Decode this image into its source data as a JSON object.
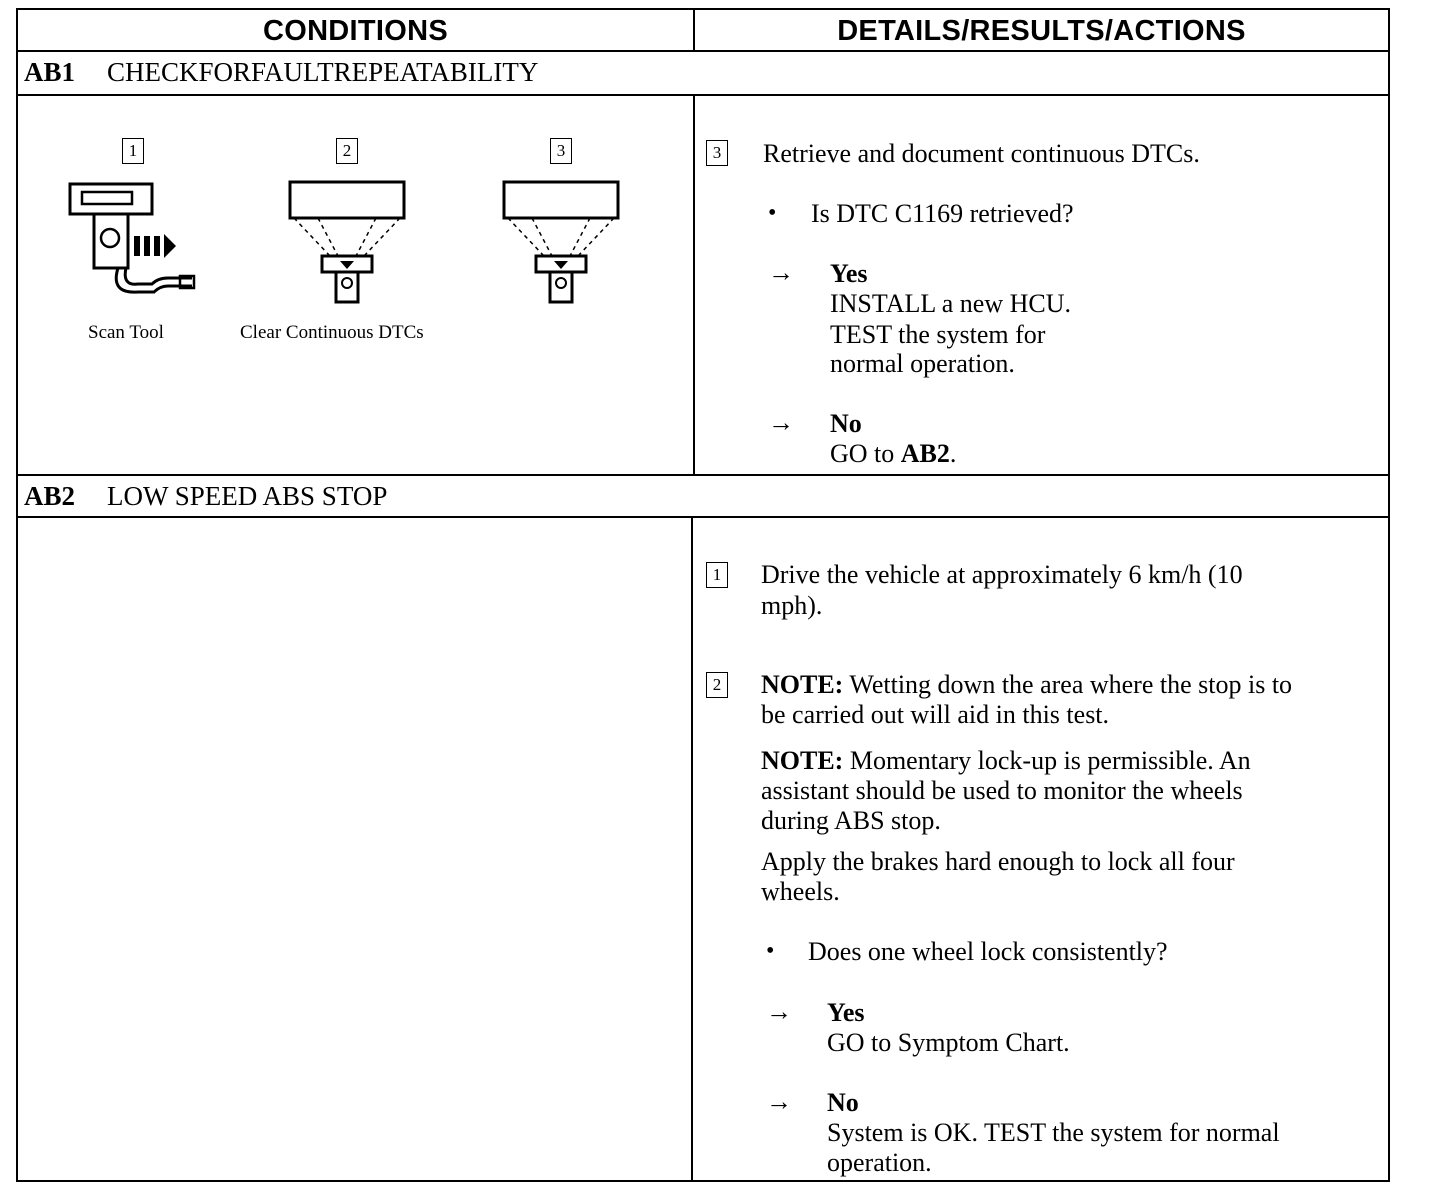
{
  "header": {
    "conditions": "CONDITIONS",
    "details": "DETAILS/RESULTS/ACTIONS"
  },
  "ab1": {
    "code": "AB1",
    "title": "CHECKFORFAULTREPEATABILITY",
    "figures": [
      {
        "step": "1",
        "caption": "Scan Tool",
        "icon": "scan-tool-icon"
      },
      {
        "step": "2",
        "caption": "Clear Continuous DTCs",
        "icon": "display-scan-tool-icon"
      },
      {
        "step": "3",
        "caption": "",
        "icon": "display-scan-tool-icon"
      }
    ],
    "step": "3",
    "instruction": "Retrieve and document continuous DTCs.",
    "question": "Is DTC C1169 retrieved?",
    "yes_label": "Yes",
    "yes_lines": [
      "INSTALL a new HCU.",
      "TEST the system for",
      "normal operation."
    ],
    "no_label": "No",
    "no_prefix": "GO to ",
    "no_target": "AB2",
    "no_suffix": "."
  },
  "ab2": {
    "code": "AB2",
    "title": "LOW SPEED ABS STOP",
    "step1": "1",
    "step1_lines": [
      "Drive the vehicle at approximately 6 km/h (10",
      "mph)."
    ],
    "step2": "2",
    "note_label": "NOTE:",
    "note1_first": " Wetting down the area where the stop is to",
    "note1_second": "be carried out will aid in this test.",
    "note2_first": " Momentary lock-up is permissible. An",
    "note2_lines": [
      "assistant should be used to monitor the wheels",
      "during ABS stop."
    ],
    "apply_lines": [
      "Apply the brakes hard enough to lock all four",
      "wheels."
    ],
    "question": "Does one wheel lock consistently?",
    "yes_label": "Yes",
    "yes_text": "GO to Symptom Chart.",
    "no_label": "No",
    "no_lines": [
      "System is OK. TEST the system for normal",
      "operation."
    ]
  },
  "symbols": {
    "arrow": "→",
    "bullet": "•"
  }
}
